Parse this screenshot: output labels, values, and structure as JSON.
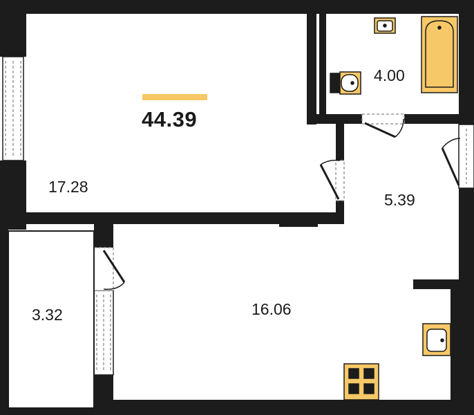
{
  "total_area": "44.39",
  "rooms": {
    "room": "17.28",
    "bathroom": "4.00",
    "hall": "5.39",
    "kitchen_living": "16.06",
    "balcony": "3.32"
  },
  "colors": {
    "wall": "#1c1c1c",
    "fixture_fill": "#f7c867",
    "accent_bar": "#f7c867",
    "line": "#1c1c1c",
    "window_dash": "#9a9a9a"
  },
  "icons": [
    "sink-icon",
    "toilet-icon",
    "bathtub-icon",
    "stove-icon",
    "kitchen-sink-icon",
    "door-icon",
    "window-icon"
  ]
}
